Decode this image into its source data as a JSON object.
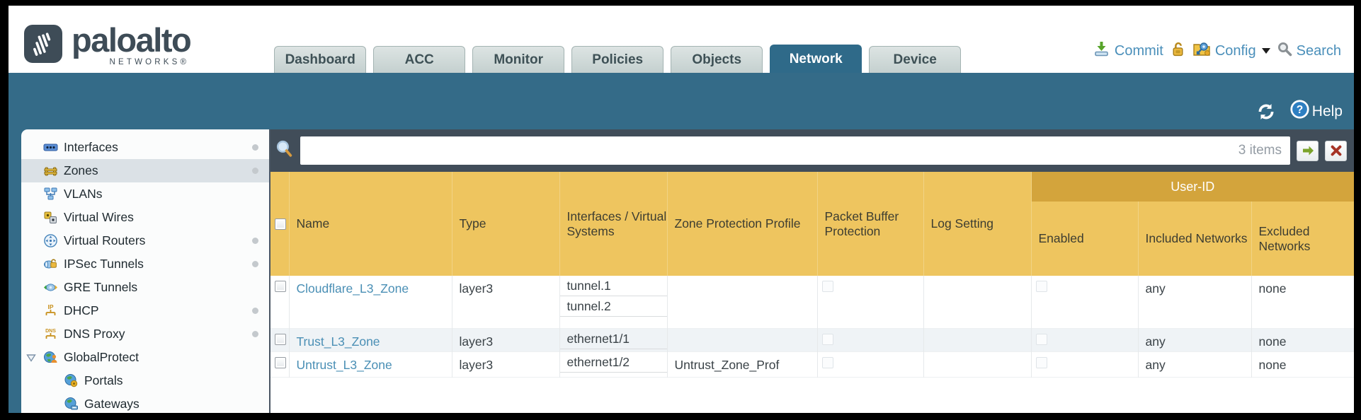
{
  "app": {
    "brand": "paloalto",
    "brand_sub": "NETWORKS®"
  },
  "nav": {
    "tabs": [
      {
        "label": "Dashboard",
        "active": false
      },
      {
        "label": "ACC",
        "active": false
      },
      {
        "label": "Monitor",
        "active": false
      },
      {
        "label": "Policies",
        "active": false
      },
      {
        "label": "Objects",
        "active": false
      },
      {
        "label": "Network",
        "active": true
      },
      {
        "label": "Device",
        "active": false
      }
    ],
    "toolbar": {
      "commit": "Commit",
      "config": "Config",
      "search": "Search"
    }
  },
  "band": {
    "help": "Help"
  },
  "sidebar": {
    "items": [
      {
        "label": "Interfaces",
        "icon": "interfaces-icon",
        "dot": true,
        "selected": false
      },
      {
        "label": "Zones",
        "icon": "zones-icon",
        "dot": true,
        "selected": true
      },
      {
        "label": "VLANs",
        "icon": "vlans-icon",
        "dot": false,
        "selected": false
      },
      {
        "label": "Virtual Wires",
        "icon": "virtual-wires-icon",
        "dot": false,
        "selected": false
      },
      {
        "label": "Virtual Routers",
        "icon": "virtual-routers-icon",
        "dot": true,
        "selected": false
      },
      {
        "label": "IPSec Tunnels",
        "icon": "ipsec-tunnels-icon",
        "dot": true,
        "selected": false
      },
      {
        "label": "GRE Tunnels",
        "icon": "gre-tunnels-icon",
        "dot": false,
        "selected": false
      },
      {
        "label": "DHCP",
        "icon": "dhcp-icon",
        "dot": true,
        "selected": false
      },
      {
        "label": "DNS Proxy",
        "icon": "dns-proxy-icon",
        "dot": true,
        "selected": false
      },
      {
        "label": "GlobalProtect",
        "icon": "globalprotect-icon",
        "dot": false,
        "selected": false,
        "expanded": true
      },
      {
        "label": "Portals",
        "icon": "portals-icon",
        "dot": false,
        "selected": false,
        "child": true
      },
      {
        "label": "Gateways",
        "icon": "gateways-icon",
        "dot": false,
        "selected": false,
        "child": true
      }
    ]
  },
  "filterbar": {
    "count": "3 items"
  },
  "table": {
    "columns": [
      "Name",
      "Type",
      "Interfaces / Virtual Systems",
      "Zone Protection Profile",
      "Packet Buffer Protection",
      "Log Setting"
    ],
    "group": {
      "label": "User-ID",
      "columns": [
        "Enabled",
        "Included Networks",
        "Excluded Networks"
      ]
    },
    "rows": [
      {
        "name": "Cloudflare_L3_Zone",
        "type": "layer3",
        "interfaces": [
          "tunnel.1",
          "tunnel.2"
        ],
        "zone_protection_profile": "",
        "packet_buffer_protection": false,
        "log_setting": "",
        "user_id_enabled": false,
        "included_networks": "any",
        "excluded_networks": "none"
      },
      {
        "name": "Trust_L3_Zone",
        "type": "layer3",
        "interfaces": [
          "ethernet1/1"
        ],
        "zone_protection_profile": "",
        "packet_buffer_protection": false,
        "log_setting": "",
        "user_id_enabled": false,
        "included_networks": "any",
        "excluded_networks": "none"
      },
      {
        "name": "Untrust_L3_Zone",
        "type": "layer3",
        "interfaces": [
          "ethernet1/2"
        ],
        "zone_protection_profile": "Untrust_Zone_Prof",
        "packet_buffer_protection": false,
        "log_setting": "",
        "user_id_enabled": false,
        "included_networks": "any",
        "excluded_networks": "none"
      }
    ]
  },
  "colors": {
    "teal_band": "#346b88",
    "filter_band": "#414d59",
    "table_header": "#eec55f",
    "group_header": "#d3a43c",
    "link_blue": "#4a8fb5",
    "toolbar_blue": "#4a8fba",
    "alt_row": "#eff3f6"
  }
}
